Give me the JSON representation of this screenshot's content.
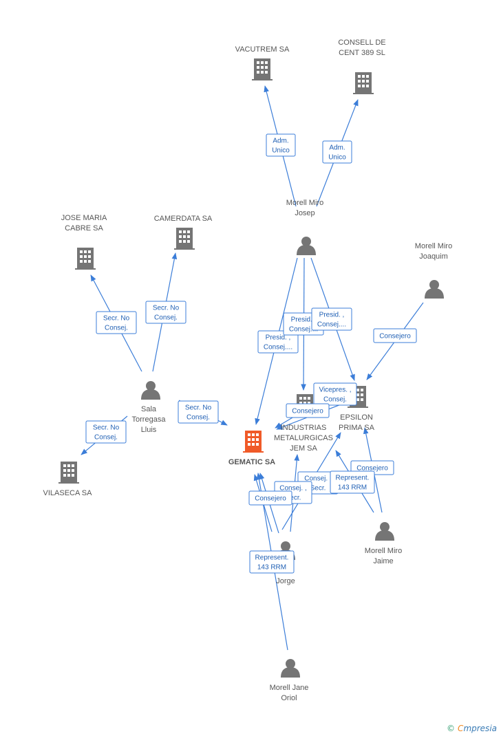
{
  "colors": {
    "edge": "#3b7dd8",
    "company": "#757575",
    "main_company": "#f05a28",
    "person": "#757575"
  },
  "nodes": [
    {
      "id": "vacutrem",
      "kind": "company",
      "lines": [
        "VACUTREM SA"
      ]
    },
    {
      "id": "consell",
      "kind": "company",
      "lines": [
        "CONSELL DE",
        "CENT 389 SL"
      ]
    },
    {
      "id": "josep",
      "kind": "person",
      "lines": [
        "Morell Miro",
        "Josep"
      ]
    },
    {
      "id": "joaquim",
      "kind": "person",
      "lines": [
        "Morell Miro",
        "Joaquim"
      ]
    },
    {
      "id": "josemaria",
      "kind": "company",
      "lines": [
        "JOSE MARIA",
        "CABRE SA"
      ]
    },
    {
      "id": "camerdata",
      "kind": "company",
      "lines": [
        "CAMERDATA SA"
      ]
    },
    {
      "id": "sala",
      "kind": "person",
      "lines": [
        "Sala",
        "Torregasa",
        "Lluis"
      ]
    },
    {
      "id": "vilaseca",
      "kind": "company",
      "lines": [
        "VILASECA SA"
      ]
    },
    {
      "id": "gematic",
      "kind": "main",
      "lines": [
        "GEMATIC SA"
      ]
    },
    {
      "id": "industrias",
      "kind": "company",
      "lines": [
        "INDUSTRIAS",
        "METALURGICAS",
        "JEM SA"
      ]
    },
    {
      "id": "epsilon",
      "kind": "company",
      "lines": [
        "EPSILON",
        "PRIMA SA"
      ]
    },
    {
      "id": "jaime",
      "kind": "person",
      "lines": [
        "Morell Miro",
        "Jaime"
      ]
    },
    {
      "id": "jorge",
      "kind": "person",
      "lines": [
        "...iro",
        "Jorge"
      ]
    },
    {
      "id": "oriol",
      "kind": "person",
      "lines": [
        "Morell Jane",
        "Oriol"
      ]
    }
  ],
  "edges": [
    {
      "label": [
        "Adm.",
        "Unico"
      ]
    },
    {
      "label": [
        "Adm.",
        "Unico"
      ]
    },
    {
      "label": [
        "Secr. No",
        "Consej."
      ]
    },
    {
      "label": [
        "Secr. No",
        "Consej."
      ]
    },
    {
      "label": [
        "Secr. No",
        "Consej."
      ]
    },
    {
      "label": [
        "Secr. No",
        "Consej."
      ]
    },
    {
      "label": [
        "Presid. ,",
        "Consej...."
      ]
    },
    {
      "label": [
        "Presid. ,",
        "Consej...."
      ]
    },
    {
      "label": [
        "Presid. ,",
        "Consej...."
      ]
    },
    {
      "label": [
        "Consejero"
      ]
    },
    {
      "label": [
        "Vicepres. ,",
        "Consej."
      ]
    },
    {
      "label": [
        "Consejero"
      ]
    },
    {
      "label": [
        "Consejero"
      ]
    },
    {
      "label": [
        "Consej. ,",
        "Secr."
      ]
    },
    {
      "label": [
        "Consej. ,",
        "Secr."
      ]
    },
    {
      "label": [
        "Represent.",
        "143 RRM"
      ]
    },
    {
      "label": [
        "Consejero"
      ]
    },
    {
      "label": [
        "Represent.",
        "143 RRM"
      ]
    },
    {
      "label": []
    }
  ],
  "footer": {
    "copyright": "©",
    "brand_first": "C",
    "brand_rest": "mpresia"
  }
}
